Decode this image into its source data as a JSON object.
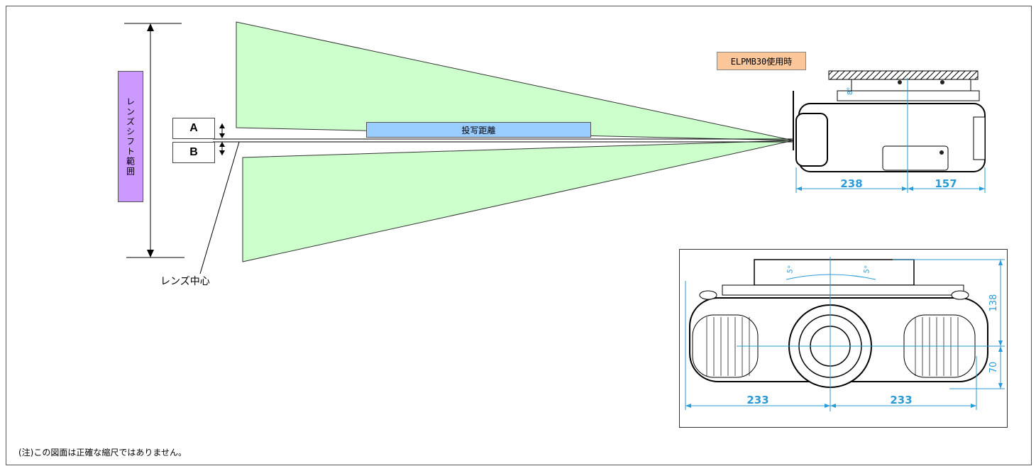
{
  "labels": {
    "lens_shift_range": "レンズシフト範囲",
    "box_a": "A",
    "box_b": "B",
    "throw_distance": "投写距離",
    "lens_center": "レンズ中心",
    "mount_model": "ELPMB30使用時",
    "note": "(注)この図面は正確な縮尺ではありません。"
  },
  "side_view": {
    "dim_left": "238",
    "dim_right": "157",
    "tilt_angle": "8°"
  },
  "front_view": {
    "dim_left": "233",
    "dim_right": "233",
    "dim_height_top": "138",
    "dim_height_lens": "70",
    "swivel_left": "5°",
    "swivel_right": "5°"
  },
  "colors": {
    "beam": "#ccffcc",
    "lens_shift_bar": "#cc99ff",
    "distance_bar": "#99ccff",
    "mount_tag": "#fbc79a",
    "dimension": "#2a9bd6"
  }
}
